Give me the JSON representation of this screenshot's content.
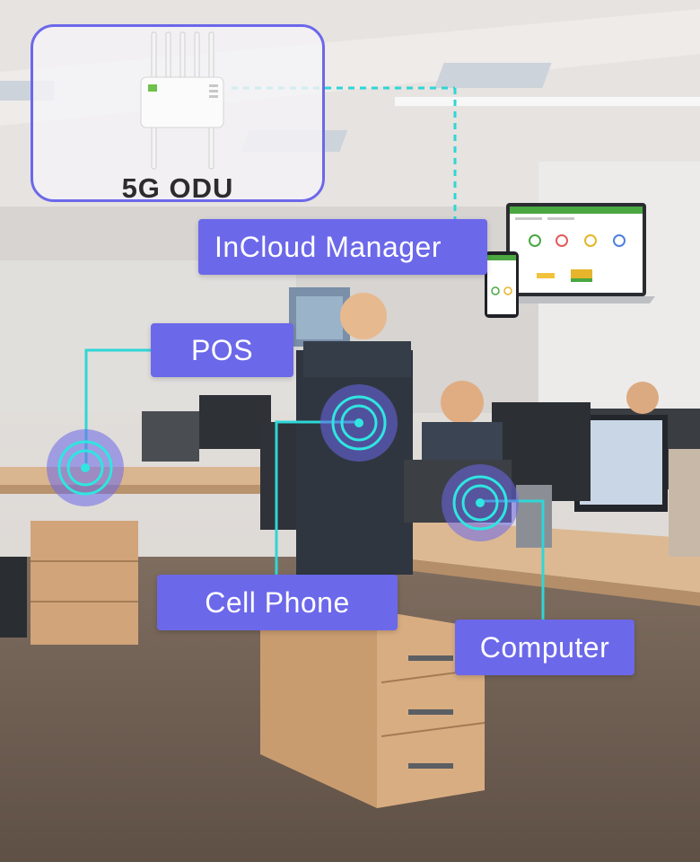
{
  "labels": {
    "odu": "5G ODU",
    "manager": "InCloud Manager",
    "pos": "POS",
    "cell_phone": "Cell Phone",
    "computer": "Computer"
  },
  "colors": {
    "accent": "#6c68ea",
    "line": "#2fd6d6",
    "label_text": "#ffffff"
  },
  "icons": [
    "router-device-icon",
    "laptop-icon",
    "phone-icon",
    "signal-target-icon"
  ]
}
